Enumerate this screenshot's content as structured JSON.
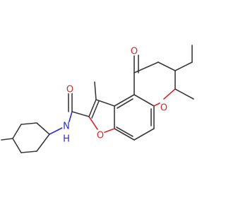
{
  "structure": {
    "atom_labels": {
      "ketone_oxygen": "O",
      "ring_oxygen": "O",
      "furan_oxygen": "O",
      "amide_oxygen": "O",
      "amide_nitrogen": "N",
      "amide_hydrogen": "H"
    }
  },
  "colors": {
    "carbon_bond": "#3a3a3a",
    "oxygen": "#d42a2a",
    "nitrogen": "#2c2cd0",
    "background": "#ffffff"
  }
}
